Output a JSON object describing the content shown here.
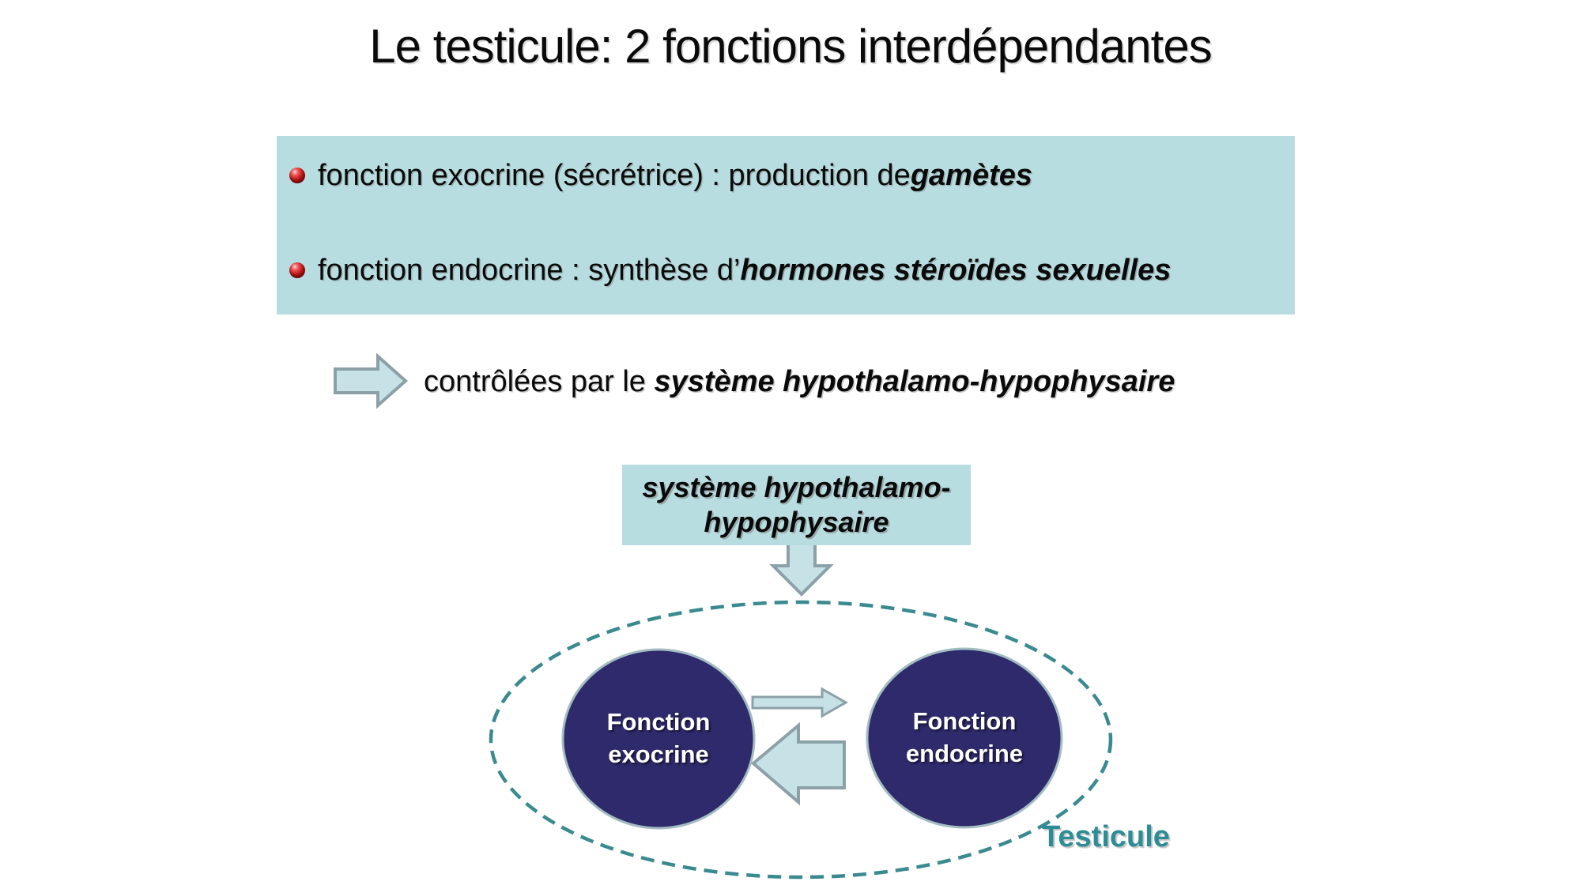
{
  "slide": {
    "title": "Le testicule: 2 fonctions interdépendantes",
    "info_box": {
      "bullets": [
        {
          "prefix": "fonction exocrine (sécrétrice) : production de ",
          "emphasis": "gamètes"
        },
        {
          "prefix": "fonction endocrine : synthèse d’",
          "emphasis": "hormones stéroïdes sexuelles"
        }
      ]
    },
    "control_note": {
      "prefix": "contrôlées par le ",
      "emphasis": "système hypothalamo-hypophysaire"
    },
    "hh_box": {
      "line1": "système hypothalamo-",
      "line2": "hypophysaire"
    },
    "diagram": {
      "left_node": {
        "line1": "Fonction",
        "line2": "exocrine"
      },
      "right_node": {
        "line1": "Fonction",
        "line2": "endocrine"
      },
      "region_label": "Testicule"
    },
    "colors": {
      "panel-bg": "#b8dde1",
      "arrow-fill": "#c7e2e6",
      "arrow-border": "#8ba1a7",
      "node-fill": "#2e2a6b",
      "node-border": "#a3bcc1",
      "ellipse-stroke": "#3a8a90",
      "label-teal": "#2d8c96",
      "bullet-red": "#b01010"
    }
  }
}
